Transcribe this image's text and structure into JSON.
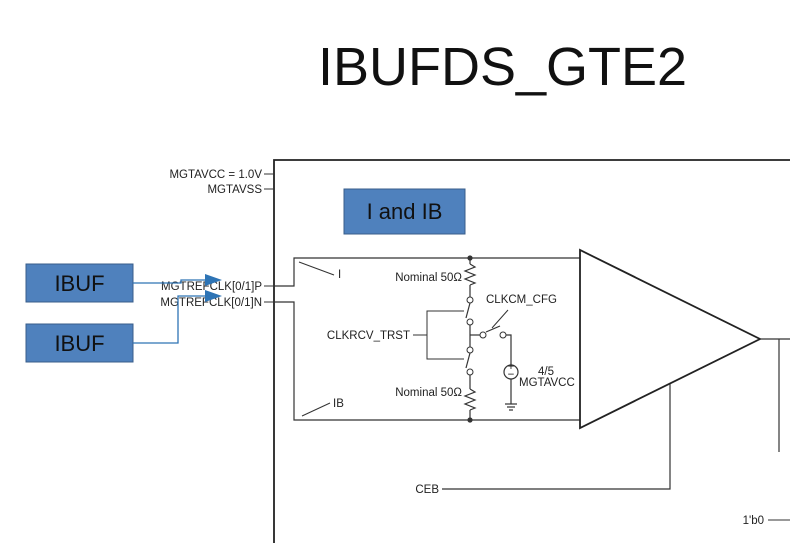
{
  "title": "IBUFDS_GTE2",
  "inner_label": "I and IB",
  "buffers": [
    "IBUF",
    "IBUF"
  ],
  "pins": {
    "mgtavcc": "MGTAVCC = 1.0V",
    "mgtavss": "MGTAVSS",
    "refclk_p": "MGTREFCLK[0/1]P",
    "refclk_n": "MGTREFCLK[0/1]N"
  },
  "signals": {
    "i": "I",
    "ib": "IB",
    "nominal_top": "Nominal 50Ω",
    "nominal_bottom": "Nominal 50Ω",
    "clkcm_cfg": "CLKCM_CFG",
    "clkrcv_trst": "CLKRCV_TRST",
    "ratio": "4/5",
    "mgtavcc_src": "MGTAVCC",
    "ceb": "CEB",
    "const": "1'b0"
  },
  "colors": {
    "buffer_fill": "#4f81bd",
    "buffer_border": "#385d8a",
    "arrow": "#2e74b5",
    "line": "#333333"
  }
}
